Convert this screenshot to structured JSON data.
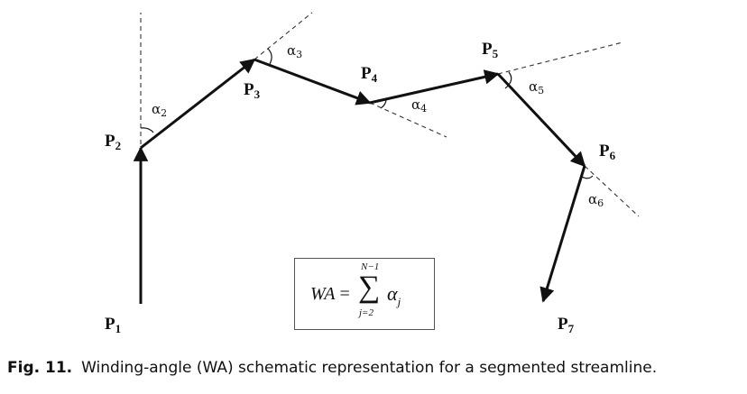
{
  "points": [
    {
      "letter": "P",
      "sub": "1"
    },
    {
      "letter": "P",
      "sub": "2"
    },
    {
      "letter": "P",
      "sub": "3"
    },
    {
      "letter": "P",
      "sub": "4"
    },
    {
      "letter": "P",
      "sub": "5"
    },
    {
      "letter": "P",
      "sub": "6"
    },
    {
      "letter": "P",
      "sub": "7"
    }
  ],
  "angles": [
    {
      "letter": "α",
      "sub": "2"
    },
    {
      "letter": "α",
      "sub": "3"
    },
    {
      "letter": "α",
      "sub": "4"
    },
    {
      "letter": "α",
      "sub": "5"
    },
    {
      "letter": "α",
      "sub": "6"
    }
  ],
  "formula": {
    "lhs": "WA",
    "equals": " =",
    "sigma": "∑",
    "upper": "N−1",
    "lower": "j=2",
    "term": "α",
    "term_sub": "j"
  },
  "caption": {
    "label": "Fig. 11.",
    "text": "Winding-angle (WA) schematic representation for a segmented streamline."
  }
}
